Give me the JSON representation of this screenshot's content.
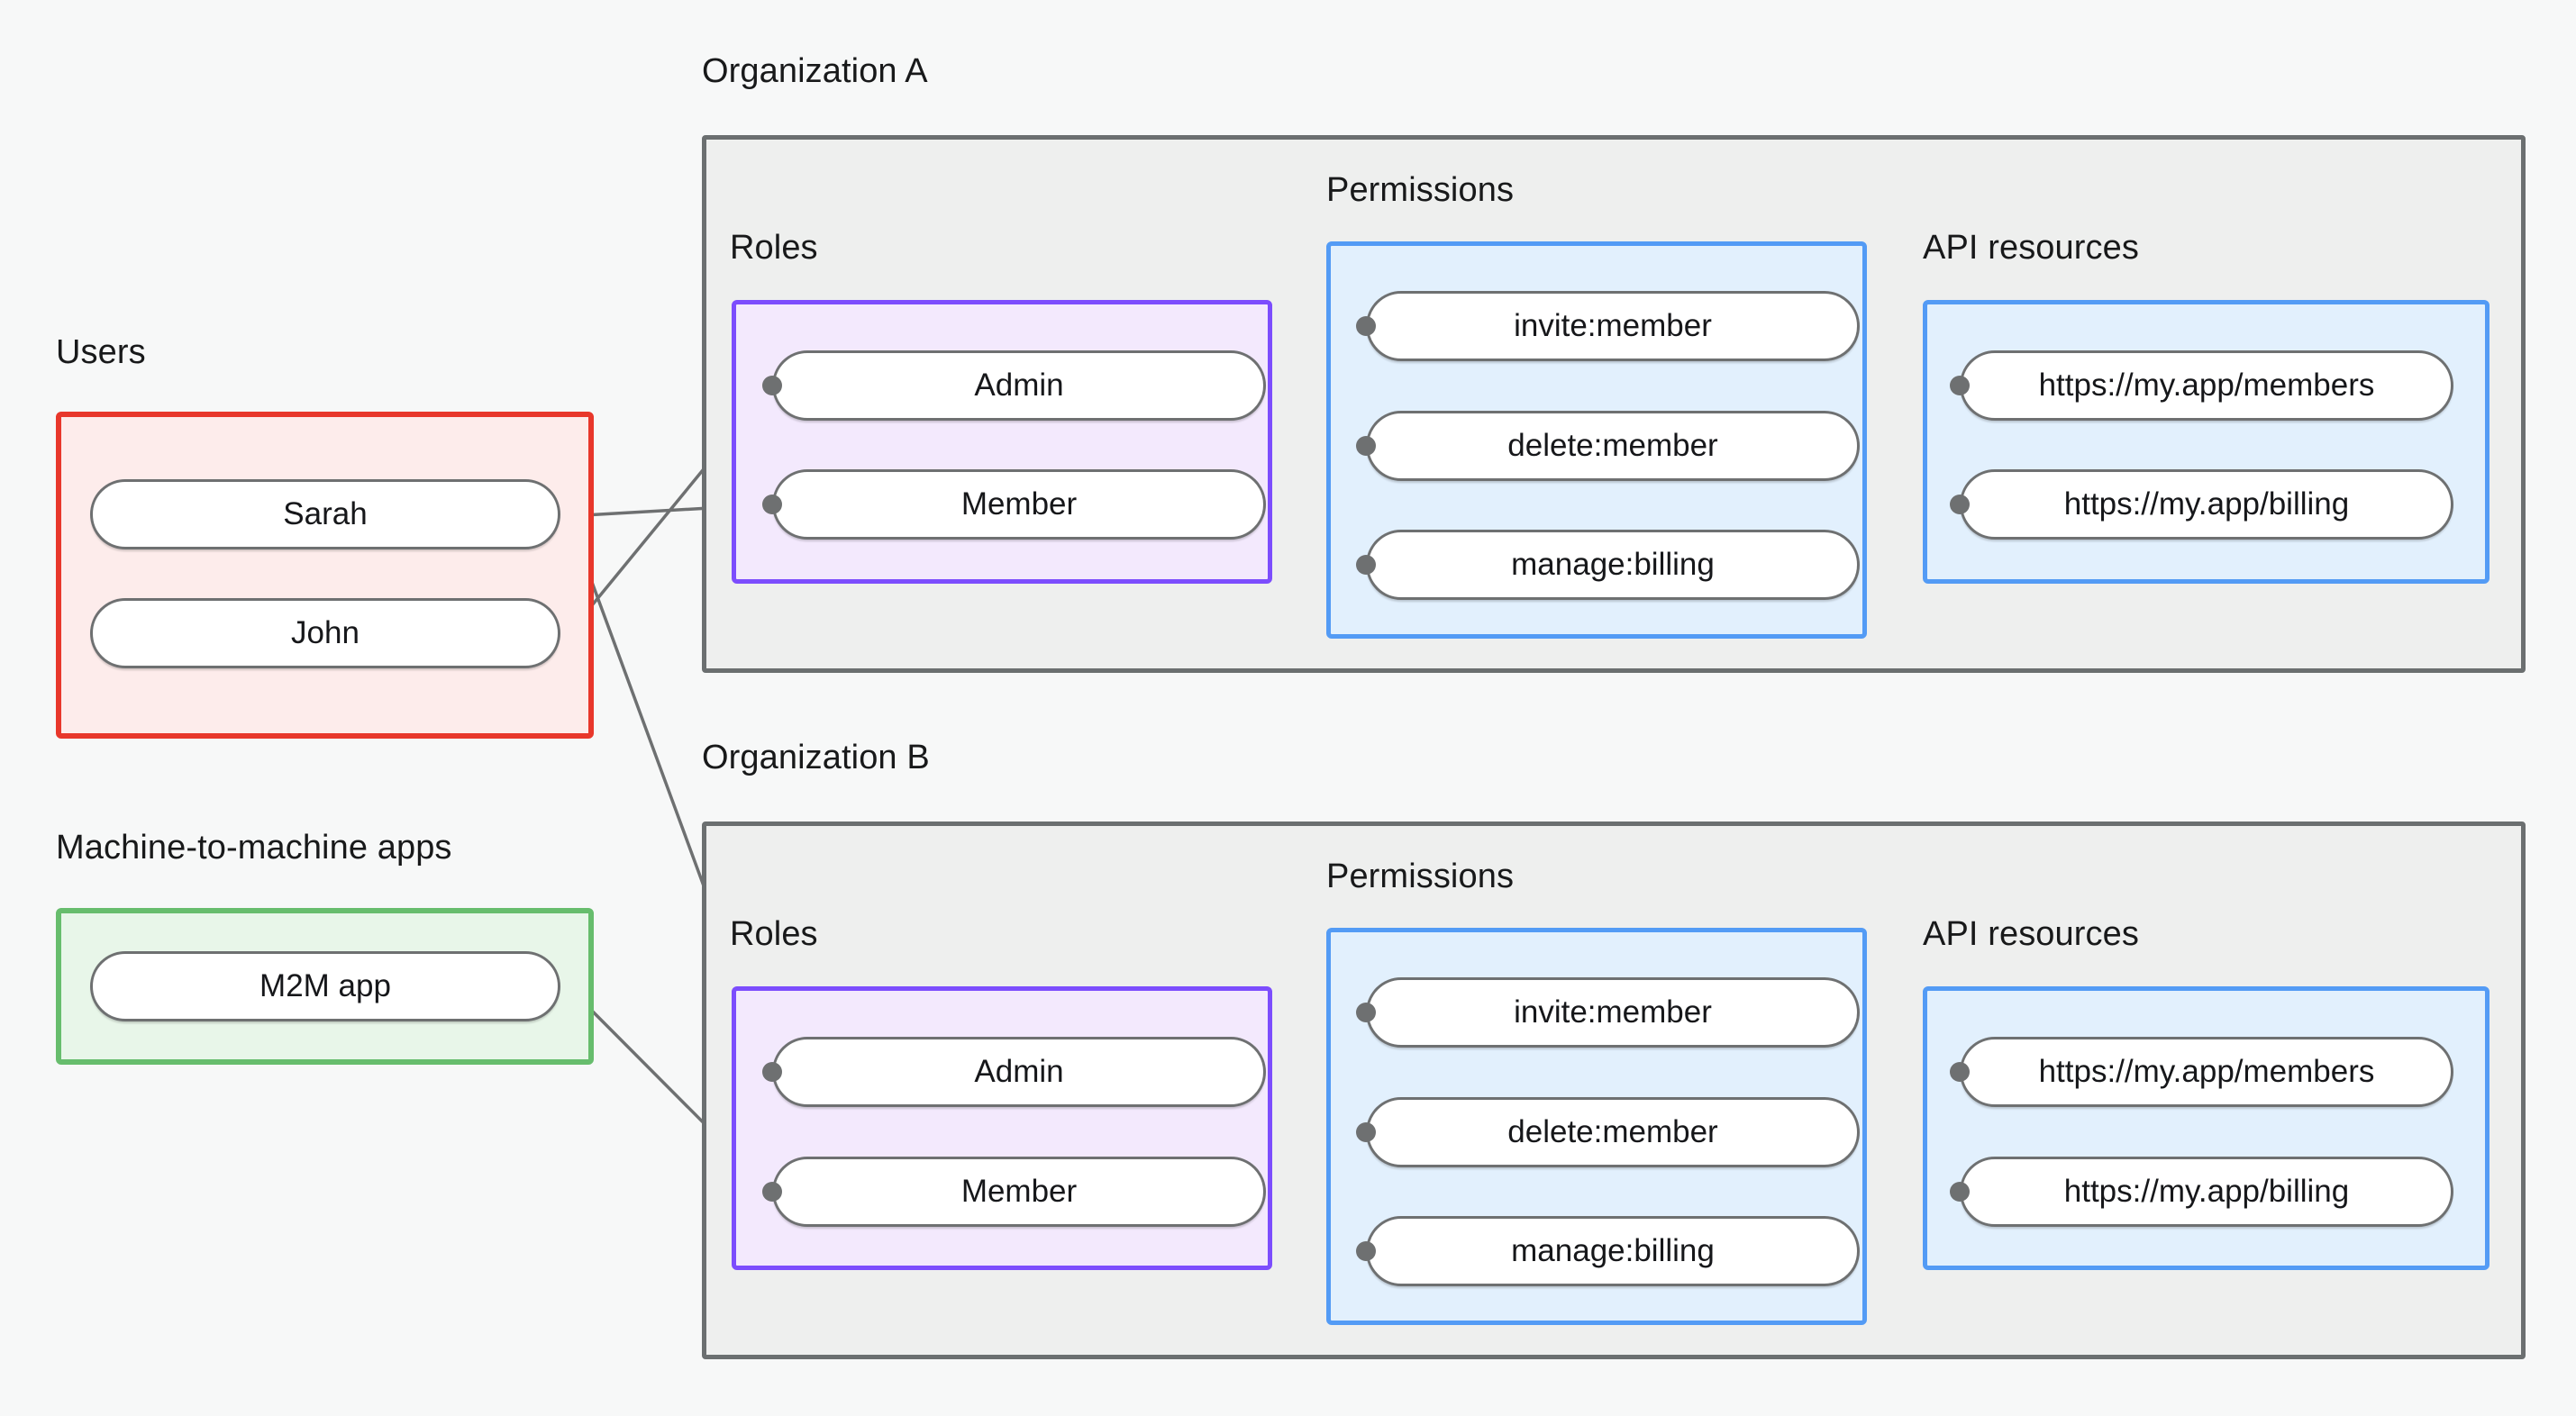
{
  "diagram": {
    "title_not_shown": null,
    "background_color": "#f7f8f8",
    "colors": {
      "users_border": "#e8372b",
      "users_fill": "#fdeceb",
      "m2m_border": "#67bd6d",
      "m2m_fill": "#e8f6e9",
      "roles_border": "#7c4dfd",
      "roles_fill": "#f3e9fd",
      "permissions_border": "#539bf5",
      "permissions_fill": "#e2f0fd",
      "api_border": "#539bf5",
      "api_fill": "#e2f0fd",
      "org_border": "#6b6f70",
      "org_fill": "#eeefee",
      "pill_border": "#6e7071",
      "pill_fill": "#ffffff",
      "edge": "#6e7071",
      "text": "#16171a"
    }
  },
  "left_column": {
    "users": {
      "caption": "Users",
      "items": [
        {
          "label": "Sarah"
        },
        {
          "label": "John"
        }
      ]
    },
    "m2m": {
      "caption": "Machine-to-machine apps",
      "items": [
        {
          "label": "M2M app"
        }
      ]
    }
  },
  "organizations": [
    {
      "caption": "Organization A",
      "roles": {
        "caption": "Roles",
        "items": [
          {
            "label": "Admin"
          },
          {
            "label": "Member"
          }
        ]
      },
      "permissions": {
        "caption": "Permissions",
        "items": [
          {
            "label": "invite:member"
          },
          {
            "label": "delete:member"
          },
          {
            "label": "manage:billing"
          }
        ]
      },
      "api_resources": {
        "caption": "API resources",
        "items": [
          {
            "label": "https://my.app/members"
          },
          {
            "label": "https://my.app/billing"
          }
        ]
      }
    },
    {
      "caption": "Organization B",
      "roles": {
        "caption": "Roles",
        "items": [
          {
            "label": "Admin"
          },
          {
            "label": "Member"
          }
        ]
      },
      "permissions": {
        "caption": "Permissions",
        "items": [
          {
            "label": "invite:member"
          },
          {
            "label": "delete:member"
          },
          {
            "label": "manage:billing"
          }
        ]
      },
      "api_resources": {
        "caption": "API resources",
        "items": [
          {
            "label": "https://my.app/members"
          },
          {
            "label": "https://my.app/billing"
          }
        ]
      }
    }
  ],
  "connections": [
    {
      "from": "Sarah",
      "to": "Organization A / Member"
    },
    {
      "from": "Sarah",
      "to": "Organization B / Admin"
    },
    {
      "from": "John",
      "to": "Organization A / Admin"
    },
    {
      "from": "M2M app",
      "to": "Organization B / Member"
    },
    {
      "from": "Organization A / Admin",
      "to": "Organization A / invite:member"
    },
    {
      "from": "Organization A / Admin",
      "to": "Organization A / delete:member"
    },
    {
      "from": "Organization A / Member",
      "to": "Organization A / manage:billing"
    },
    {
      "from": "Organization A / invite:member",
      "to": "Organization A / https://my.app/members"
    },
    {
      "from": "Organization A / delete:member",
      "to": "Organization A / https://my.app/members"
    },
    {
      "from": "Organization A / manage:billing",
      "to": "Organization A / https://my.app/billing"
    },
    {
      "from": "Organization B / Admin",
      "to": "Organization B / invite:member"
    },
    {
      "from": "Organization B / Admin",
      "to": "Organization B / delete:member"
    },
    {
      "from": "Organization B / Member",
      "to": "Organization B / manage:billing"
    },
    {
      "from": "Organization B / invite:member",
      "to": "Organization B / https://my.app/members"
    },
    {
      "from": "Organization B / delete:member",
      "to": "Organization B / https://my.app/members"
    },
    {
      "from": "Organization B / manage:billing",
      "to": "Organization B / https://my.app/billing"
    }
  ]
}
